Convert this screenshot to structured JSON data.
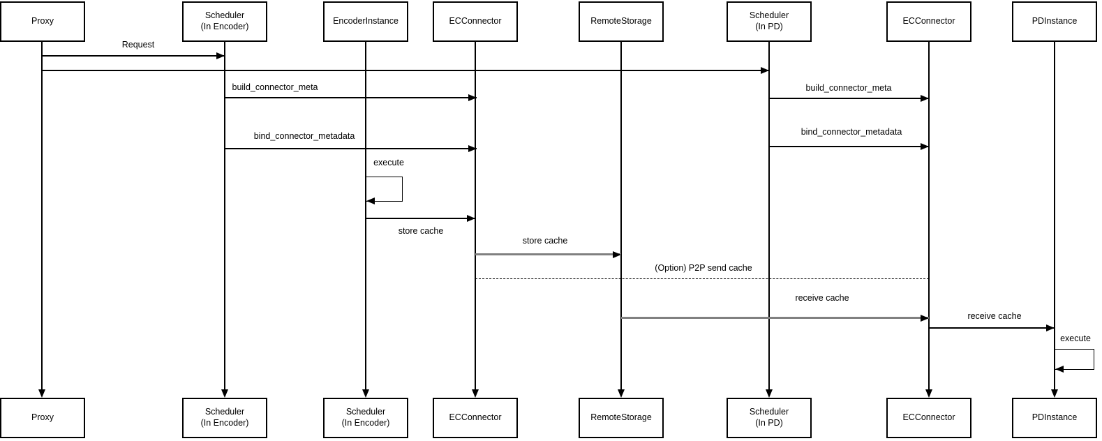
{
  "colors": {
    "line": "#000000",
    "gray_line": "#808080",
    "background": "#ffffff"
  },
  "actors": [
    {
      "id": "proxy",
      "top": "Proxy",
      "bottom": "Proxy"
    },
    {
      "id": "scheduler-encoder",
      "top": "Scheduler\n(In Encoder)",
      "bottom": "Scheduler\n(In Encoder)"
    },
    {
      "id": "encoder-instance",
      "top": "EncoderInstance",
      "bottom": "Scheduler\n(In Encoder)"
    },
    {
      "id": "ec-connector-1",
      "top": "ECConnector",
      "bottom": "ECConnector"
    },
    {
      "id": "remote-storage",
      "top": "RemoteStorage",
      "bottom": "RemoteStorage"
    },
    {
      "id": "scheduler-pd",
      "top": "Scheduler\n(In PD)",
      "bottom": "Scheduler\n(In PD)"
    },
    {
      "id": "ec-connector-2",
      "top": "ECConnector",
      "bottom": "ECConnector"
    },
    {
      "id": "pd-instance",
      "top": "PDInstance",
      "bottom": "PDInstance"
    }
  ],
  "messages": {
    "request": {
      "label": "Request"
    },
    "build_connector_meta_left": {
      "label": "build_connector_meta"
    },
    "bind_connector_metadata_left": {
      "label": "bind_connector_metadata"
    },
    "execute_encoder": {
      "label": "execute"
    },
    "store_cache_encoder": {
      "label": "store cache"
    },
    "store_cache_remote": {
      "label": "store cache"
    },
    "build_connector_meta_right": {
      "label": "build_connector_meta"
    },
    "bind_connector_metadata_right": {
      "label": "bind_connector_metadata"
    },
    "p2p_send_cache": {
      "label": "(Option) P2P send cache"
    },
    "receive_cache_ec": {
      "label": "receive cache"
    },
    "receive_cache_pd": {
      "label": "receive cache"
    },
    "execute_pd": {
      "label": "execute"
    }
  }
}
